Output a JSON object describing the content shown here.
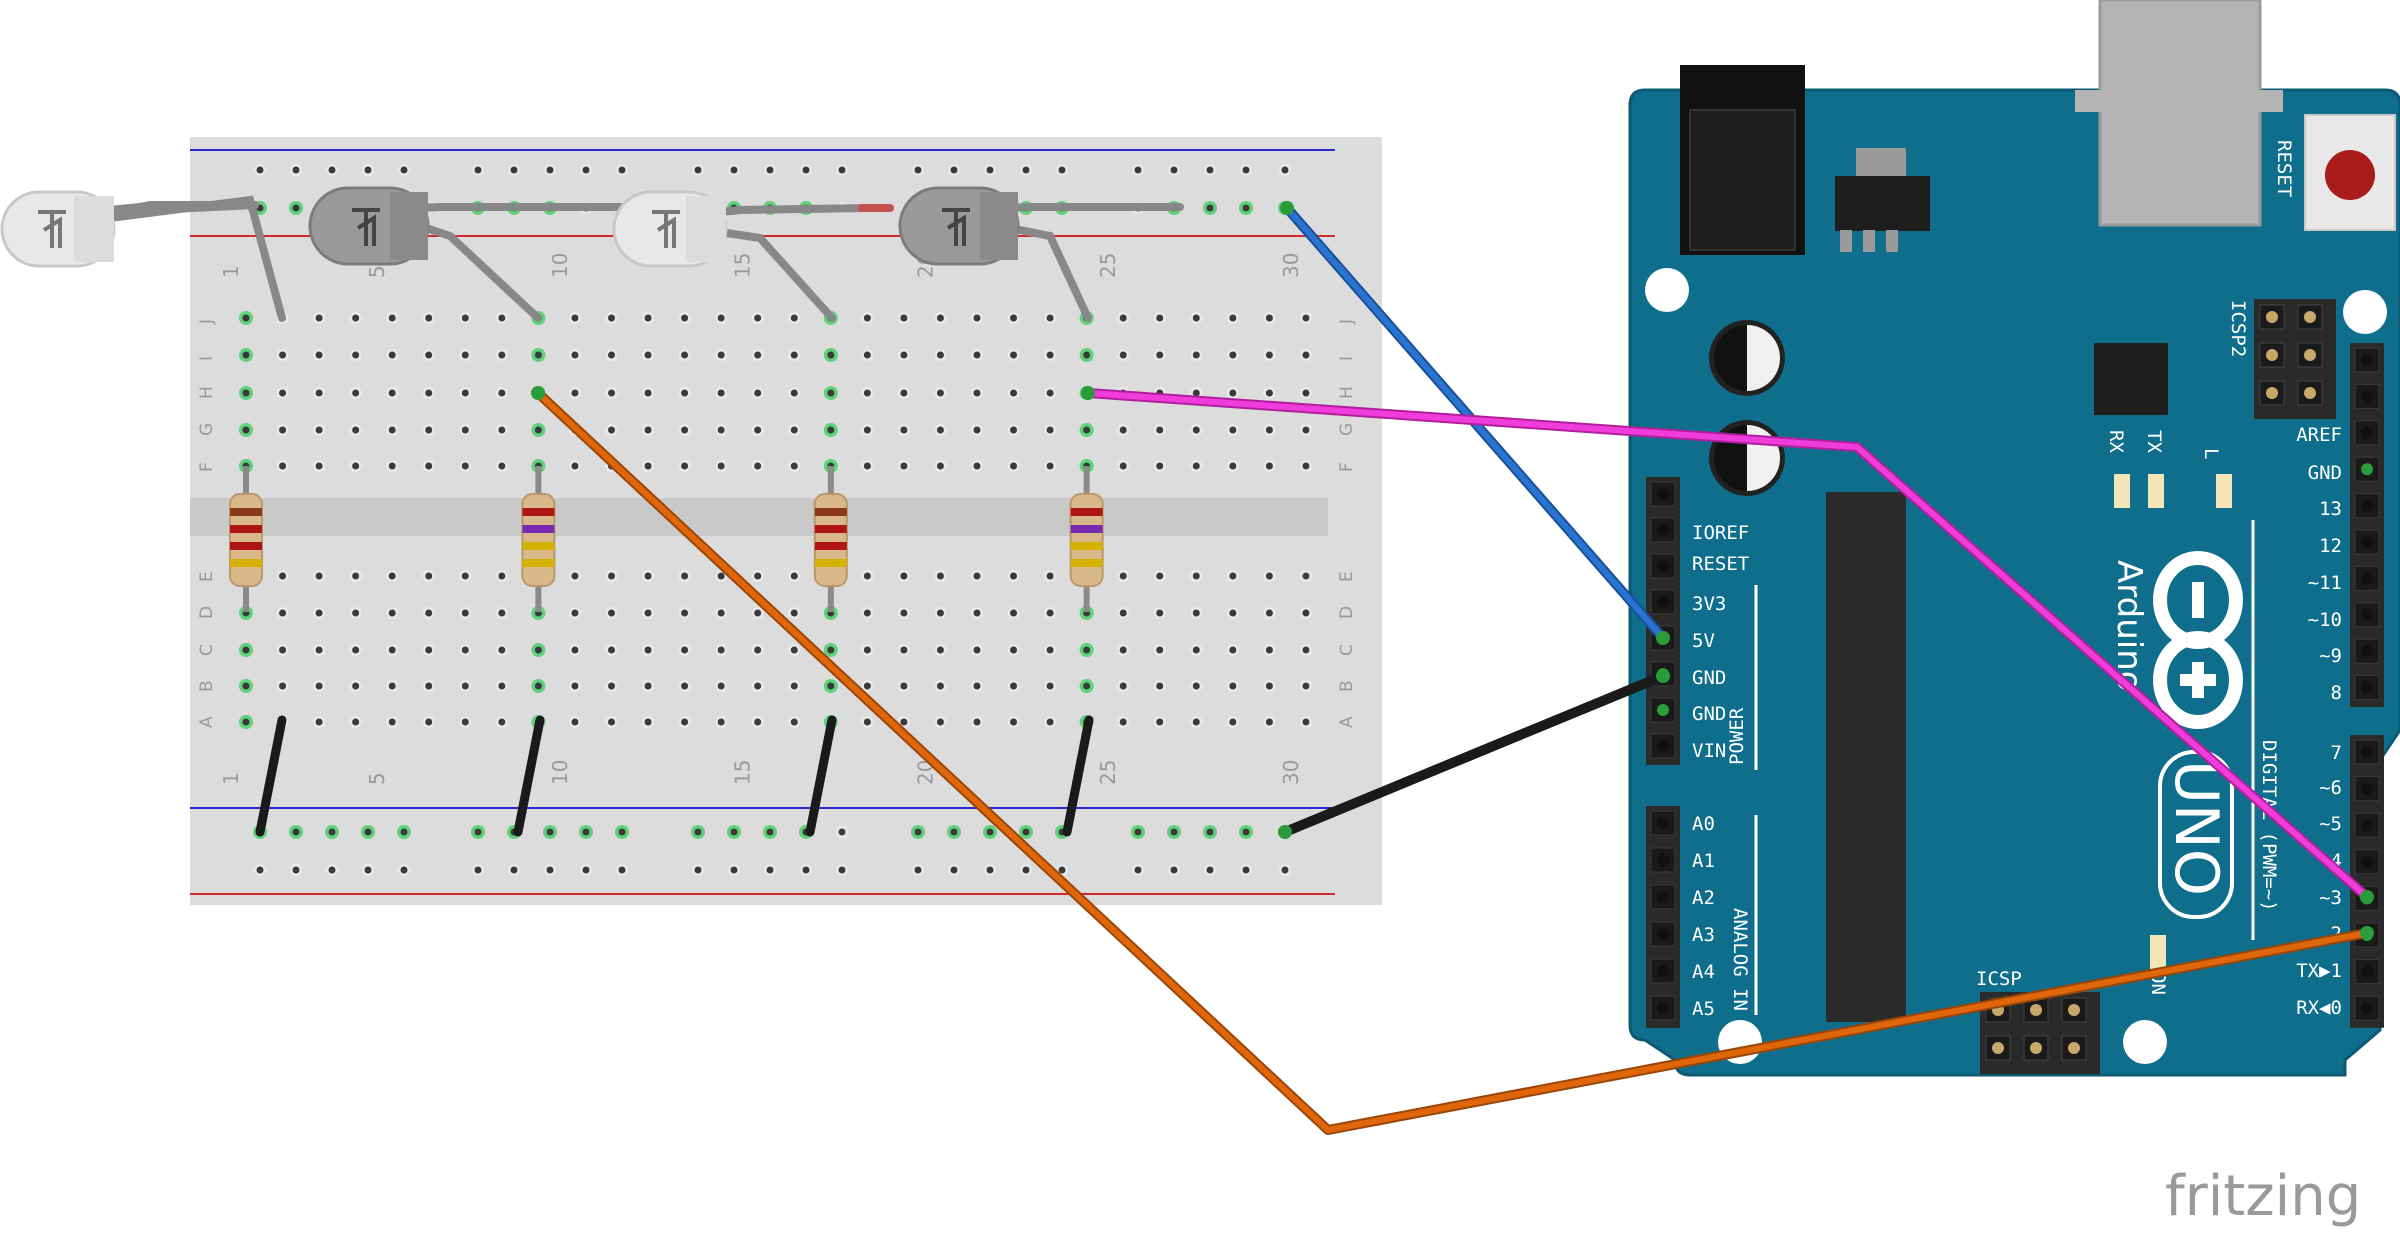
{
  "colors": {
    "board": "#0f6e8c",
    "breadboard": "#dcdcdc",
    "wire_blue": "#2b73d0",
    "wire_magenta": "#f03cdb",
    "wire_orange": "#e0660c",
    "wire_black": "#1a1a1a"
  },
  "breadboard": {
    "column_numbers": [
      "1",
      "5",
      "10",
      "15",
      "20",
      "25",
      "30"
    ],
    "row_letters_top": [
      "J",
      "I",
      "H",
      "G",
      "F"
    ],
    "row_letters_bottom": [
      "E",
      "D",
      "C",
      "B",
      "A"
    ]
  },
  "arduino": {
    "reset_label": "RESET",
    "icsp2_label": "ICSP2",
    "icsp_label": "ICSP",
    "led_labels": {
      "rx": "RX",
      "tx": "TX",
      "l": "L",
      "on": "ON"
    },
    "power_pins": [
      "IOREF",
      "RESET",
      "3V3",
      "5V",
      "GND",
      "GND",
      "VIN"
    ],
    "power_label": "POWER",
    "analog_pins": [
      "A0",
      "A1",
      "A2",
      "A3",
      "A4",
      "A5"
    ],
    "analog_label": "ANALOG IN",
    "digital_top_pins": [
      "AREF",
      "GND",
      "13",
      "12",
      "~11",
      "~10",
      "~9",
      "8"
    ],
    "digital_bottom_pins": [
      "7",
      "~6",
      "~5",
      "4",
      "~3",
      "2",
      "TX▶1",
      "RX◀0"
    ],
    "digital_label": "DIGITAL (PWM=~)",
    "brand_name": "Arduino",
    "model_name": "UNO"
  },
  "brand": "fritzing"
}
